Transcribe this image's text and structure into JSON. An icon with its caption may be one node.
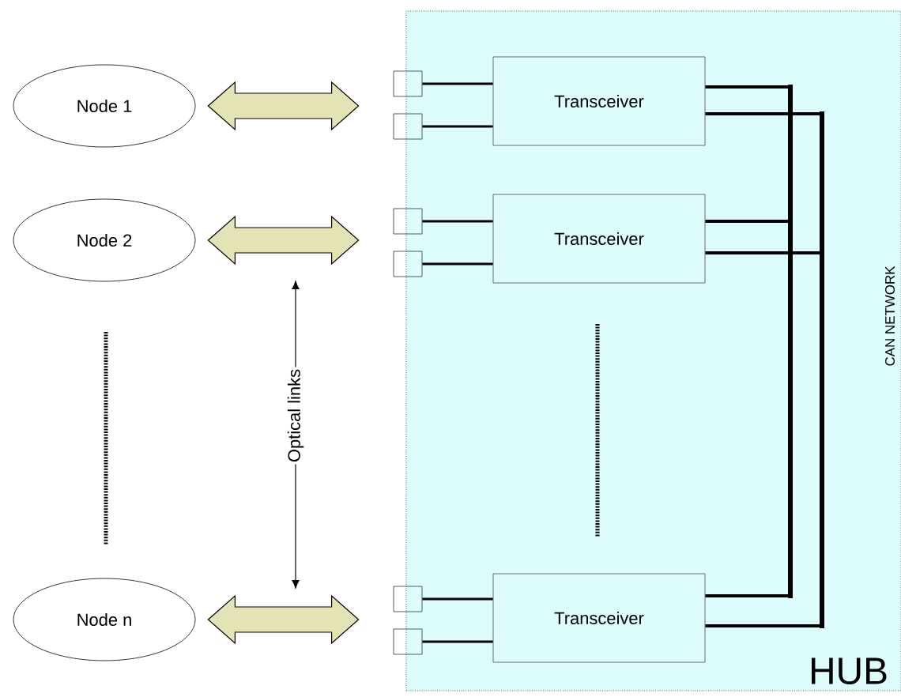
{
  "diagram": {
    "nodes": [
      {
        "text": [
          "HUB"
        ]
      },
      {
        "text": [
          "Node 1"
        ]
      },
      {
        "text": [
          "Node 2"
        ]
      },
      {
        "text": [
          "Node n"
        ]
      },
      {
        "text": [
          "Transceiver"
        ],
        "in": 0
      },
      {
        "text": [
          "Transceiver"
        ],
        "in": 0
      },
      {
        "text": [
          "Transceiver"
        ],
        "in": 0
      },
      {
        "text": [],
        "shape": "box"
      },
      {
        "text": [],
        "shape": "box"
      },
      {
        "text": [],
        "shape": "box"
      },
      {
        "text": [],
        "shape": "box"
      },
      {
        "text": [],
        "shape": "box"
      },
      {
        "text": [],
        "shape": "box"
      },
      {
        "text": [],
        "shape": "bar",
        "in": 0
      },
      {
        "text": [],
        "shape": "bar",
        "in": 0
      },
      {
        "text": [
          "Optical links"
        ]
      }
    ],
    "edges": [
      {
        "from": 1,
        "to": 0,
        "arrow": "both",
        "style": "thick"
      },
      {
        "from": 2,
        "to": 0,
        "arrow": "both",
        "style": "thick"
      },
      {
        "from": 3,
        "to": 0,
        "arrow": "both",
        "style": "thick"
      },
      {
        "from": 7,
        "to": 4,
        "arrow": "none"
      },
      {
        "from": 8,
        "to": 4,
        "arrow": "none"
      },
      {
        "from": 9,
        "to": 5,
        "arrow": "none"
      },
      {
        "from": 10,
        "to": 5,
        "arrow": "none"
      },
      {
        "from": 11,
        "to": 6,
        "arrow": "none"
      },
      {
        "from": 12,
        "to": 6,
        "arrow": "none"
      },
      {
        "from": 4,
        "to": 13,
        "arrow": "none"
      },
      {
        "from": 4,
        "to": 14,
        "arrow": "none"
      },
      {
        "from": 5,
        "to": 13,
        "arrow": "none"
      },
      {
        "from": 5,
        "to": 14,
        "arrow": "none"
      },
      {
        "from": 6,
        "to": 13,
        "arrow": "none"
      },
      {
        "from": 6,
        "to": 14,
        "arrow": "none"
      },
      {
        "from": 15,
        "to": null,
        "arrow": "to"
      },
      {
        "from": 15,
        "to": null,
        "arrow": "to"
      }
    ],
    "labels": [
      "CAN NETWORK"
    ]
  }
}
